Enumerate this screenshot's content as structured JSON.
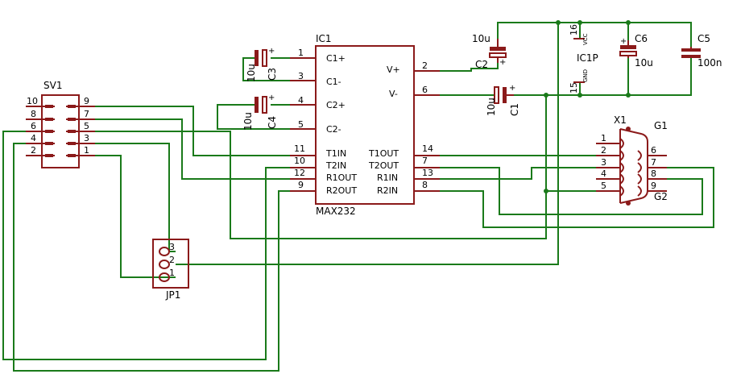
{
  "colors": {
    "wire": "#1a7a1a",
    "part": "#8b1a1a",
    "pin": "#8b1a1a",
    "text": "#000000",
    "background": "#ffffff"
  },
  "ic1": {
    "name": "IC1",
    "value": "MAX232",
    "left_pins": [
      {
        "num": "1",
        "label": "C1+"
      },
      {
        "num": "3",
        "label": "C1-"
      },
      {
        "num": "4",
        "label": "C2+"
      },
      {
        "num": "5",
        "label": "C2-"
      },
      {
        "num": "11",
        "label": "T1IN"
      },
      {
        "num": "10",
        "label": "T2IN"
      },
      {
        "num": "12",
        "label": "R1OUT"
      },
      {
        "num": "9",
        "label": "R2OUT"
      }
    ],
    "right_pins": [
      {
        "num": "2",
        "label": "V+"
      },
      {
        "num": "6",
        "label": "V-"
      },
      {
        "num": "14",
        "label": "T1OUT"
      },
      {
        "num": "7",
        "label": "T2OUT"
      },
      {
        "num": "13",
        "label": "R1IN"
      },
      {
        "num": "8",
        "label": "R2IN"
      }
    ]
  },
  "sv1": {
    "name": "SV1",
    "left_pins": [
      "10",
      "8",
      "6",
      "4",
      "2"
    ],
    "right_pins": [
      "9",
      "7",
      "5",
      "3",
      "1"
    ]
  },
  "jp1": {
    "name": "JP1",
    "pins": [
      "3",
      "2",
      "1"
    ]
  },
  "x1": {
    "name": "X1",
    "left_pins": [
      "1",
      "2",
      "3",
      "4",
      "5"
    ],
    "right_pins": [
      "6",
      "7",
      "8",
      "9"
    ],
    "g1": "G1",
    "g2": "G2"
  },
  "ic1p": {
    "name": "IC1P",
    "vcc_pin": "16",
    "gnd_pin": "15",
    "vcc": "VCC",
    "gnd": "GND"
  },
  "capacitors": {
    "c1": {
      "name": "C1",
      "value": "10u",
      "plus": "+"
    },
    "c2": {
      "name": "C2",
      "value": "10u",
      "plus": "+"
    },
    "c3": {
      "name": "C3",
      "value": "10u",
      "plus": "+"
    },
    "c4": {
      "name": "C4",
      "value": "10u",
      "plus": "+"
    },
    "c5": {
      "name": "C5",
      "value": "100n"
    },
    "c6": {
      "name": "C6",
      "value": "10u",
      "plus": "+"
    }
  }
}
